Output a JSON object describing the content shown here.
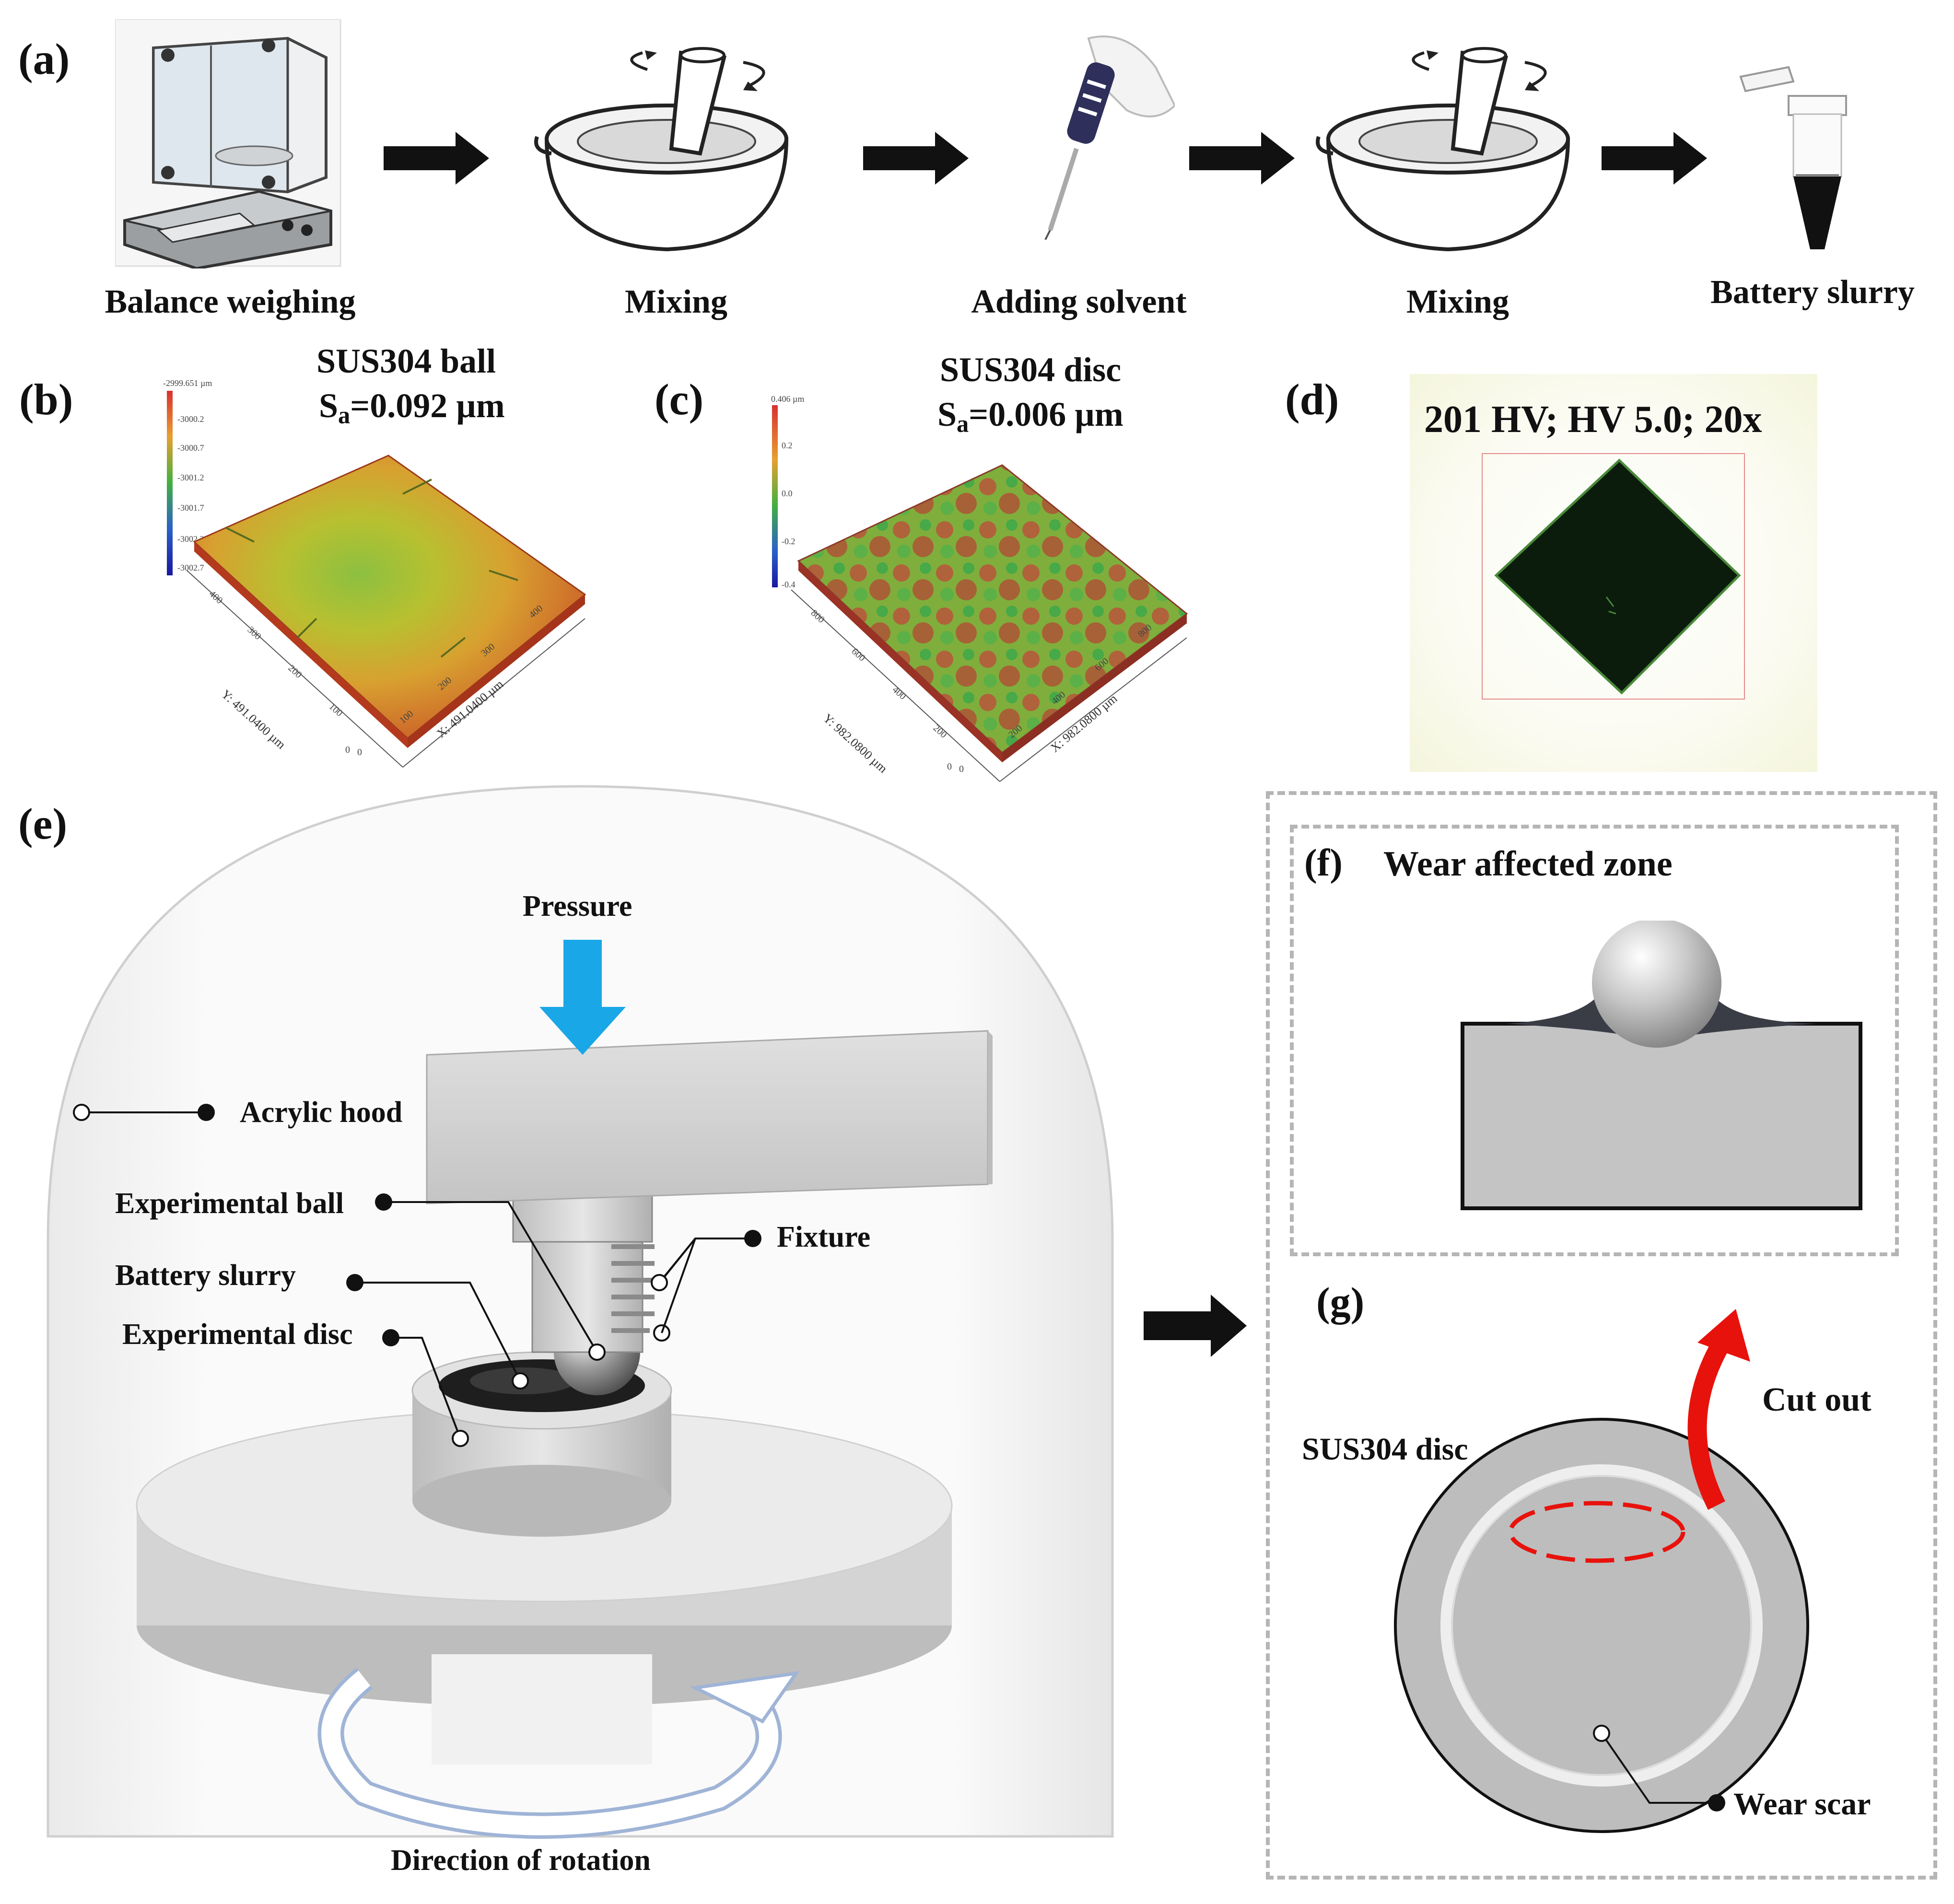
{
  "panels": {
    "a": {
      "letter": "(a)",
      "steps": [
        "Balance weighing",
        "Mixing",
        "Adding solvent",
        "Mixing",
        "Battery slurry"
      ]
    },
    "b": {
      "letter": "(b)",
      "title": "SUS304 ball",
      "sa_prefix": "S",
      "sa_sub": "a",
      "sa_value": "=0.092 µm",
      "scale_ticks": [
        "-2999.651 µm",
        "-3000.2",
        "-3000.7",
        "-3001.2",
        "-3001.7",
        "-3002.2",
        "-3002.7"
      ],
      "y_axis": "Y: 491.0400 µm",
      "x_axis": "X: 491.0400 µm",
      "y_ticks": [
        "400",
        "300",
        "200",
        "100",
        "0"
      ],
      "x_ticks": [
        "0",
        "100",
        "200",
        "300",
        "400"
      ]
    },
    "c": {
      "letter": "(c)",
      "title": "SUS304 disc",
      "sa_prefix": "S",
      "sa_sub": "a",
      "sa_value": "=0.006 µm",
      "scale_ticks": [
        "0.406 µm",
        "0.2",
        "0.0",
        "-0.2",
        "-0.4"
      ],
      "y_axis": "Y: 982.0800 µm",
      "x_axis": "X: 982.0800 µm",
      "y_ticks": [
        "800",
        "600",
        "400",
        "200",
        "0"
      ],
      "x_ticks": [
        "0",
        "200",
        "400",
        "600",
        "800"
      ]
    },
    "d": {
      "letter": "(d)",
      "caption": "201 HV; HV 5.0; 20x"
    },
    "e": {
      "letter": "(e)",
      "pressure": "Pressure",
      "acrylic_hood": "Acrylic hood",
      "experimental_ball": "Experimental ball",
      "fixture": "Fixture",
      "battery_slurry": "Battery slurry",
      "experimental_disc": "Experimental disc",
      "direction": "Direction of rotation"
    },
    "f": {
      "letter": "(f)",
      "title": "Wear  affected zone"
    },
    "g": {
      "letter": "(g)",
      "disc_label": "SUS304 disc",
      "cut_out": "Cut out",
      "wear_scar": "Wear scar"
    }
  },
  "colors": {
    "arrow_black": "#111111",
    "pressure_arrow": "#1aa7e8",
    "cut_out_arrow": "#e8120c",
    "dashed_gray": "#b5b5b5",
    "metal_gray": "#c9c9c9",
    "disc_gray": "#bdbdbd"
  }
}
